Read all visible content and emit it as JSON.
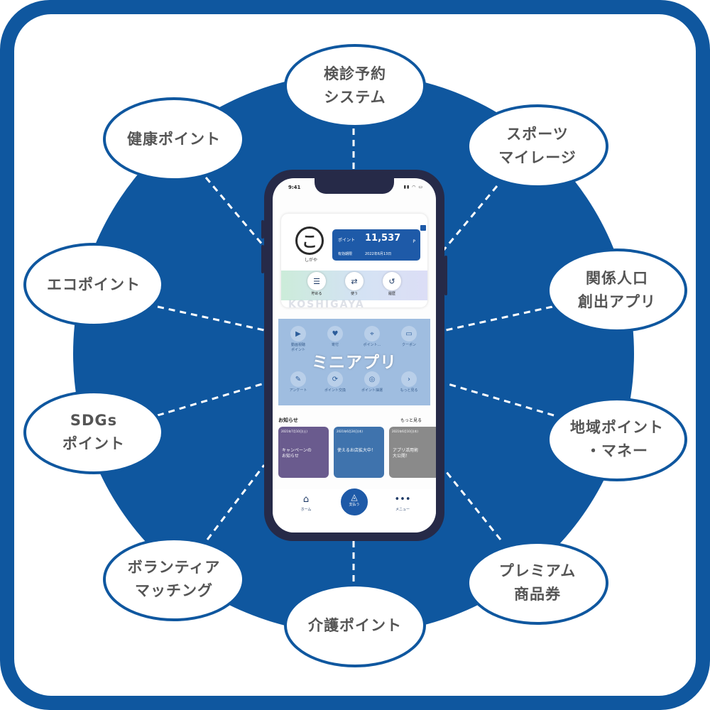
{
  "colors": {
    "brand_blue": "#0f579f",
    "bubble_text": "#555555",
    "phone_body": "#262a48",
    "points_box": "#1e5aa8"
  },
  "bubbles": [
    {
      "label": "検診予約\nシステム"
    },
    {
      "label": "スポーツ\nマイレージ"
    },
    {
      "label": "関係人口\n創出アプリ"
    },
    {
      "label": "地域ポイント\n・マネー"
    },
    {
      "label": "プレミアム\n商品券"
    },
    {
      "label": "介護ポイント"
    },
    {
      "label": "ボランティア\nマッチング"
    },
    {
      "label": "SDGs\nポイント"
    },
    {
      "label": "エコポイント"
    },
    {
      "label": "健康ポイント"
    }
  ],
  "phone": {
    "status": {
      "time": "9:41"
    },
    "logo": {
      "glyph": "こ",
      "caption": "しがや"
    },
    "points": {
      "label": "ポイント",
      "value": "11,537",
      "unit": "P",
      "expiry_label": "有効期限",
      "expiry_value": "2022年6月13日"
    },
    "band_text": "KOSHIGAYA",
    "actions": [
      {
        "icon": "coins-icon",
        "glyph": "☰",
        "label": "貯める"
      },
      {
        "icon": "shuffle-icon",
        "glyph": "⇄",
        "label": "使う"
      },
      {
        "icon": "history-icon",
        "glyph": "↺",
        "label": "履歴"
      }
    ],
    "mini_app": {
      "title": "ミニアプリ",
      "items": [
        {
          "icon": "video-icon",
          "glyph": "▶",
          "label": "動画視聴\nポイント"
        },
        {
          "icon": "donation-icon",
          "glyph": "♥",
          "label": "寄付"
        },
        {
          "icon": "map-icon",
          "glyph": "⌖",
          "label": "ポイント…"
        },
        {
          "icon": "coupon-icon",
          "glyph": "▭",
          "label": "クーポン"
        },
        {
          "icon": "survey-icon",
          "glyph": "✎",
          "label": "アンケート"
        },
        {
          "icon": "exchange-icon",
          "glyph": "⟳",
          "label": "ポイント交換"
        },
        {
          "icon": "target-icon",
          "glyph": "◎",
          "label": "ポイント抽選"
        },
        {
          "icon": "chevron-right-icon",
          "glyph": "›",
          "label": "もっと見る"
        }
      ]
    },
    "news": {
      "heading": "お知らせ",
      "more": "もっと見る",
      "items": [
        {
          "date": "2021年7月10日(土)",
          "title": "キャンペーンの\nお知らせ",
          "color": "#6a5b8e"
        },
        {
          "date": "2021年6月24日(木)",
          "title": "使えるお店拡大中！",
          "color": "#3f73ad"
        },
        {
          "date": "2021年6月10日(木)",
          "title": "アプリ活用術\n大公開！",
          "color": "#8a8a8a"
        }
      ]
    },
    "nav": [
      {
        "icon": "home-icon",
        "glyph": "⌂",
        "label": "ホーム"
      },
      {
        "icon": "pay-icon",
        "glyph": "◬",
        "label": "支払う"
      },
      {
        "icon": "menu-icon",
        "glyph": "•••",
        "label": "メニュー"
      }
    ]
  }
}
